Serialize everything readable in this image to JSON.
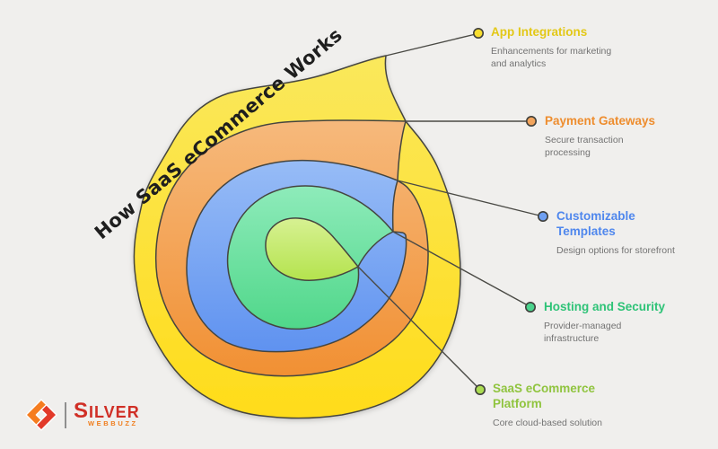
{
  "background_color": "#F0EFED",
  "title": "How SaaS eCommerce Works",
  "diagram": {
    "type": "nested-onion-spiral",
    "layers": [
      {
        "id": "app-integrations",
        "label": "App Integrations",
        "description": "Enhancements for marketing\nand analytics",
        "fill_top": "#FAE85C",
        "fill_bottom": "#FFDC1A",
        "marker_color": "#F8DE30",
        "label_color": "#E3C817"
      },
      {
        "id": "payment-gateways",
        "label": "Payment Gateways",
        "description": "Secure transaction\nprocessing",
        "fill_top": "#F6B97C",
        "fill_bottom": "#F19033",
        "marker_color": "#F2A45C",
        "label_color": "#EE8D2E"
      },
      {
        "id": "customizable-templates",
        "label": "Customizable\nTemplates",
        "description": "Design options for storefront",
        "fill_top": "#97BCF6",
        "fill_bottom": "#5F92F0",
        "marker_color": "#6FA0F2",
        "label_color": "#4F87ED"
      },
      {
        "id": "hosting-and-security",
        "label": "Hosting and Security",
        "description": "Provider-managed\ninfrastructure",
        "fill_top": "#8EEBBA",
        "fill_bottom": "#50D78A",
        "marker_color": "#4BD38D",
        "label_color": "#2EC377"
      },
      {
        "id": "saas-ecommerce-platform",
        "label": "SaaS eCommerce\nPlatform",
        "description": "Core cloud-based solution",
        "fill_top": "#D7F193",
        "fill_bottom": "#B4E34D",
        "marker_color": "#ABDC52",
        "label_color": "#90C43F"
      }
    ],
    "stroke_color": "#45453F"
  },
  "logo": {
    "brand": "SILVER",
    "subtitle": "WEBBUZZ",
    "brand_color": "#D02F26",
    "subtitle_color": "#F07E1E",
    "icon_red": "#E23A2A",
    "icon_orange": "#F57D20"
  }
}
